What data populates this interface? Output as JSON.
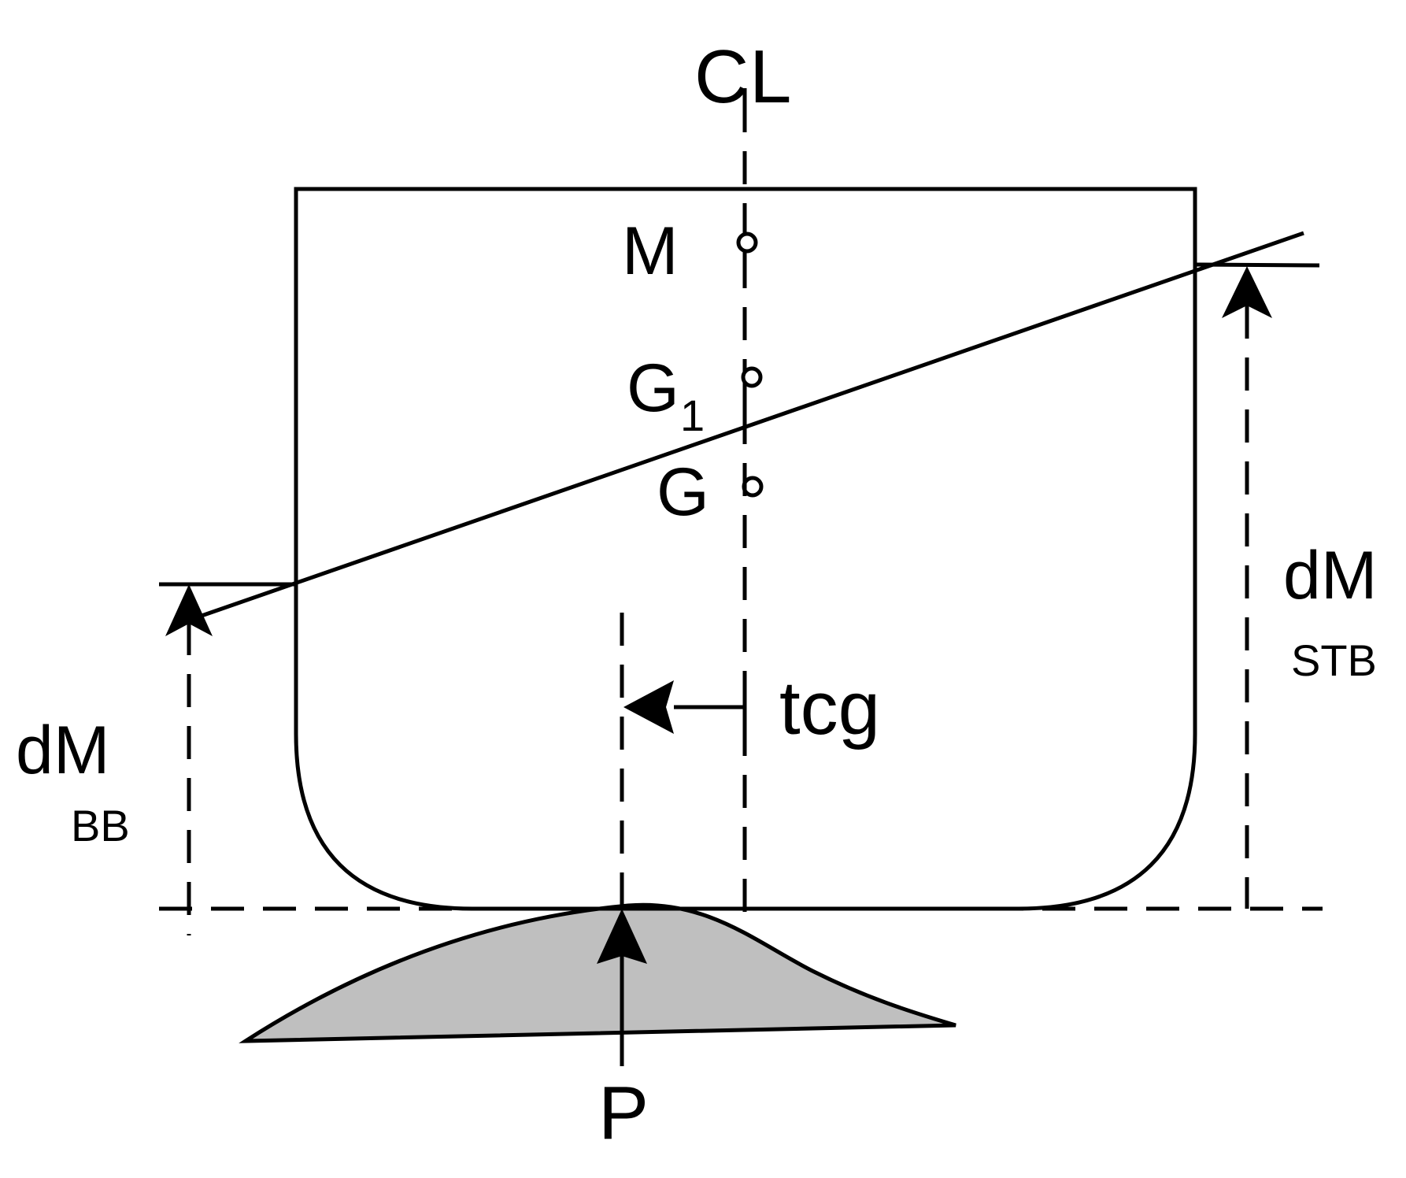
{
  "labels": {
    "centerline_c": "C",
    "centerline_l": "L",
    "metacenter": "M",
    "g1_main": "G",
    "g1_sub": "1",
    "gravity": "G",
    "tcg": "tcg",
    "dm_stb_main": "dM",
    "dm_stb_sub": "STB",
    "dm_bb_main": "dM",
    "dm_bb_sub": "BB",
    "p": "P"
  },
  "colors": {
    "stroke": "#000000",
    "fill_contact": "#bfbfbf",
    "background": "#ffffff"
  }
}
